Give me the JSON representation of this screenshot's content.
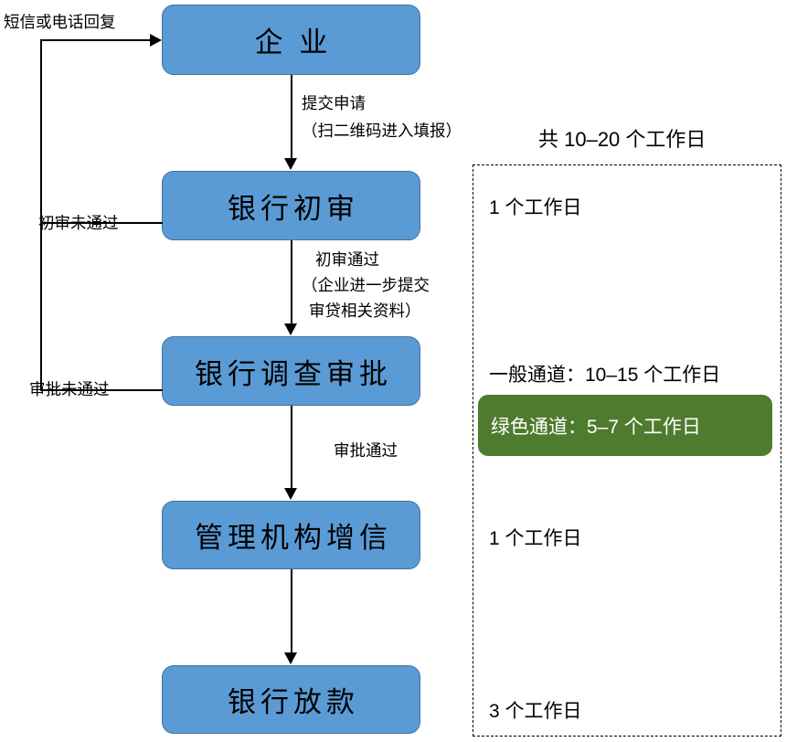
{
  "flow": {
    "nodes": [
      {
        "id": "enterprise",
        "label": "企 业"
      },
      {
        "id": "bank-first-review",
        "label": "银行初审"
      },
      {
        "id": "bank-investigation",
        "label": "银行调查审批"
      },
      {
        "id": "agency-credit",
        "label": "管理机构增信"
      },
      {
        "id": "bank-disbursement",
        "label": "银行放款"
      }
    ],
    "edge_labels": {
      "submit_line1": "提交申请",
      "submit_line2": "（扫二维码进入填报）",
      "first_pass_line1": "初审通过",
      "first_pass_line2": "（企业进一步提交",
      "first_pass_line3": "审贷相关资料）",
      "approval_pass": "审批通过",
      "sms_reply": "短信或电话回复",
      "first_review_failed": "初审未通过",
      "approval_failed": "审批未通过"
    }
  },
  "duration_panel": {
    "title": "共 10–20 个工作日",
    "items": [
      {
        "id": "first-review-days",
        "text": "1 个工作日"
      },
      {
        "id": "general-channel",
        "text": "一般通道：10–15 个工作日"
      },
      {
        "id": "green-channel",
        "text": "绿色通道：5–7 个工作日"
      },
      {
        "id": "agency-credit-days",
        "text": "1 个工作日"
      },
      {
        "id": "disbursement-days",
        "text": "3 个工作日"
      }
    ]
  },
  "colors": {
    "node_fill": "#5b9bd5",
    "node_border": "#41719c",
    "green_channel": "#4e7b2e",
    "line": "#000000"
  }
}
